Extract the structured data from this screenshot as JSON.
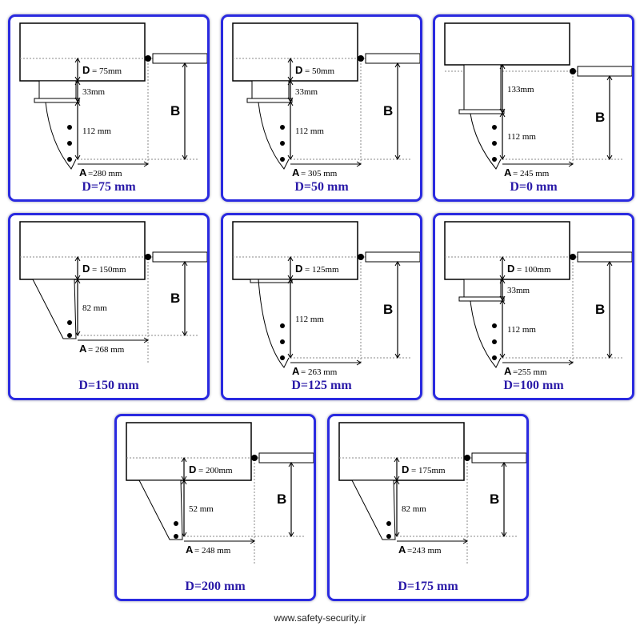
{
  "panels": [
    {
      "d_label": "D",
      "d_value": "= 75mm",
      "segments": [
        "33mm",
        "112 mm"
      ],
      "a_label": "A",
      "a_value": "=280 mm",
      "b_label": "B",
      "caption": "D=75 mm",
      "variant": "bracket"
    },
    {
      "d_label": "D",
      "d_value": "= 50mm",
      "segments": [
        "33mm",
        "112 mm"
      ],
      "a_label": "A",
      "a_value": "= 305 mm",
      "b_label": "B",
      "caption": "D=50 mm",
      "variant": "bracket"
    },
    {
      "d_label": "",
      "d_value": "",
      "segments": [
        "133mm",
        "112 mm"
      ],
      "a_label": "A",
      "a_value": "= 245 mm",
      "b_label": "B",
      "caption": "D=0 mm",
      "variant": "tall"
    },
    {
      "d_label": "D",
      "d_value": "= 150mm",
      "segments": [
        "82 mm"
      ],
      "a_label": "A",
      "a_value": "= 268 mm",
      "b_label": "B",
      "caption": "D=150 mm",
      "variant": "short"
    },
    {
      "d_label": "D",
      "d_value": "= 125mm",
      "segments": [
        "112 mm"
      ],
      "a_label": "A",
      "a_value": "= 263 mm",
      "b_label": "B",
      "caption": "D=125 mm",
      "variant": "plate"
    },
    {
      "d_label": "D",
      "d_value": "= 100mm",
      "segments": [
        "33mm",
        "112 mm"
      ],
      "a_label": "A",
      "a_value": "=255 mm",
      "b_label": "B",
      "caption": "D=100 mm",
      "variant": "bracket"
    },
    {
      "d_label": "D",
      "d_value": "= 200mm",
      "segments": [
        "52 mm"
      ],
      "a_label": "A",
      "a_value": "= 248 mm",
      "b_label": "B",
      "caption": "D=200 mm",
      "variant": "short"
    },
    {
      "d_label": "D",
      "d_value": "= 175mm",
      "segments": [
        "82 mm"
      ],
      "a_label": "A",
      "a_value": "=243 mm",
      "b_label": "B",
      "caption": "D=175 mm",
      "variant": "short"
    }
  ],
  "footer": {
    "website": "www.safety-security.ir"
  },
  "colors": {
    "border": "#2a2ae0",
    "caption": "#2a1aa8"
  }
}
